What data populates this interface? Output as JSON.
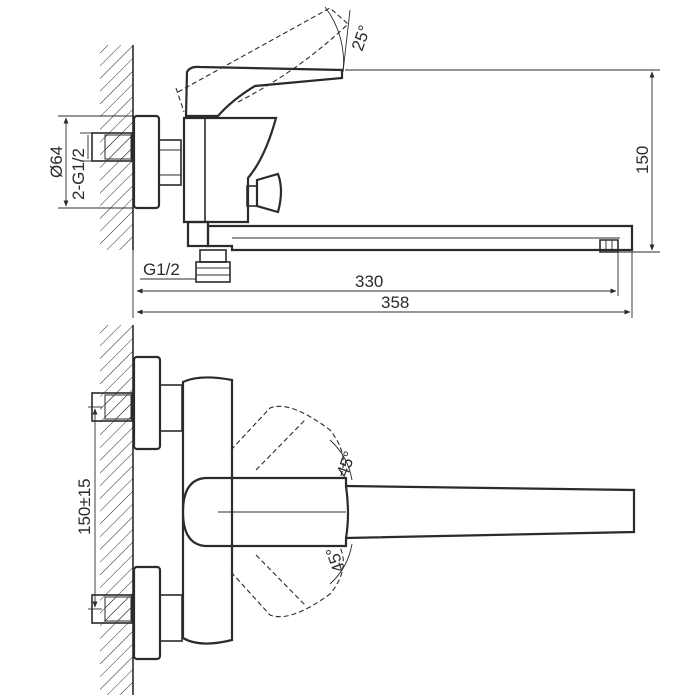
{
  "dimensions": {
    "lever_angle_top": "25°",
    "wall_flange_diameter": "Ø64",
    "inlet_thread": "2-G1/2",
    "height": "150",
    "outlet_thread": "G1/2",
    "spout_length": "330",
    "overall_length": "358",
    "swivel_angle_upper": "45°",
    "swivel_angle_lower": "45°",
    "inlet_spacing": "150±15"
  }
}
